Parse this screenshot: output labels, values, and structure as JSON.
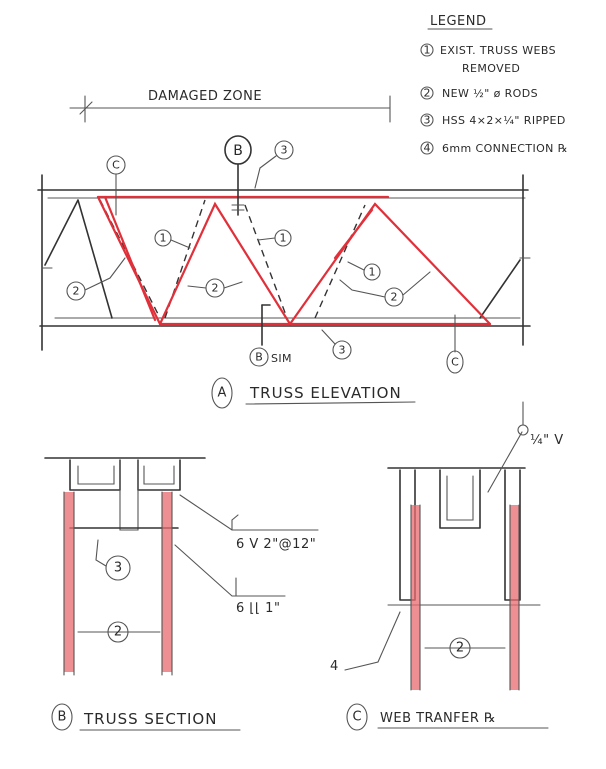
{
  "legend": {
    "title": "LEGEND",
    "items": [
      {
        "num": "1",
        "line1": "EXIST. TRUSS WEBS",
        "line2": "REMOVED"
      },
      {
        "num": "2",
        "line1": "NEW ½\" ø RODS",
        "line2": ""
      },
      {
        "num": "3",
        "line1": "HSS 4×2×¼\" RIPPED",
        "line2": ""
      },
      {
        "num": "4",
        "line1": "6mm CONNECTION ℞",
        "line2": ""
      }
    ]
  },
  "elevation": {
    "damaged_zone": "DAMAGED ZONE",
    "title_letter": "A",
    "title": "TRUSS ELEVATION",
    "callouts": {
      "section_b": "B",
      "section_c_left": "C",
      "section_c_right": "C",
      "sim_letter": "B",
      "sim": "SIM",
      "n3_top": "3",
      "n1_a": "1",
      "n1_b": "1",
      "n1_c": "1",
      "n2_a": "2",
      "n2_b": "2",
      "n2_c": "2",
      "n3_bottom": "3"
    }
  },
  "section_b": {
    "title_letter": "B",
    "title": "TRUSS SECTION",
    "weld_top": "6 V 2\"@12\"",
    "weld_bottom": "6 ⌊⌊ 1\"",
    "n3": "3",
    "n2": "2"
  },
  "section_c": {
    "title_letter": "C",
    "title": "WEB TRANFER ℞",
    "weld": "¼\" V",
    "n4": "4",
    "n2": "2"
  }
}
